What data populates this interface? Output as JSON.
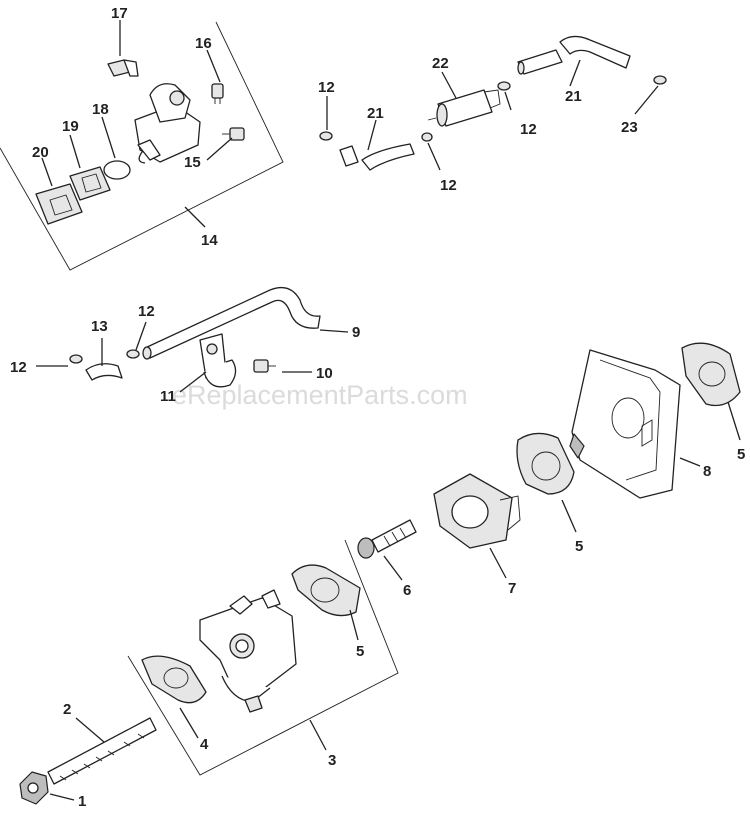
{
  "watermark": "eReplacementParts.com",
  "callouts": {
    "c1": "1",
    "c2": "2",
    "c3": "3",
    "c4": "4",
    "c5a": "5",
    "c5b": "5",
    "c5c": "5",
    "c6": "6",
    "c7": "7",
    "c8": "8",
    "c9": "9",
    "c10": "10",
    "c11": "11",
    "c12a": "12",
    "c12b": "12",
    "c12c": "12",
    "c12d": "12",
    "c12e": "12",
    "c13": "13",
    "c14": "14",
    "c15": "15",
    "c16": "16",
    "c17": "17",
    "c18": "18",
    "c19": "19",
    "c20": "20",
    "c21a": "21",
    "c21b": "21",
    "c22": "22",
    "c23": "23"
  }
}
